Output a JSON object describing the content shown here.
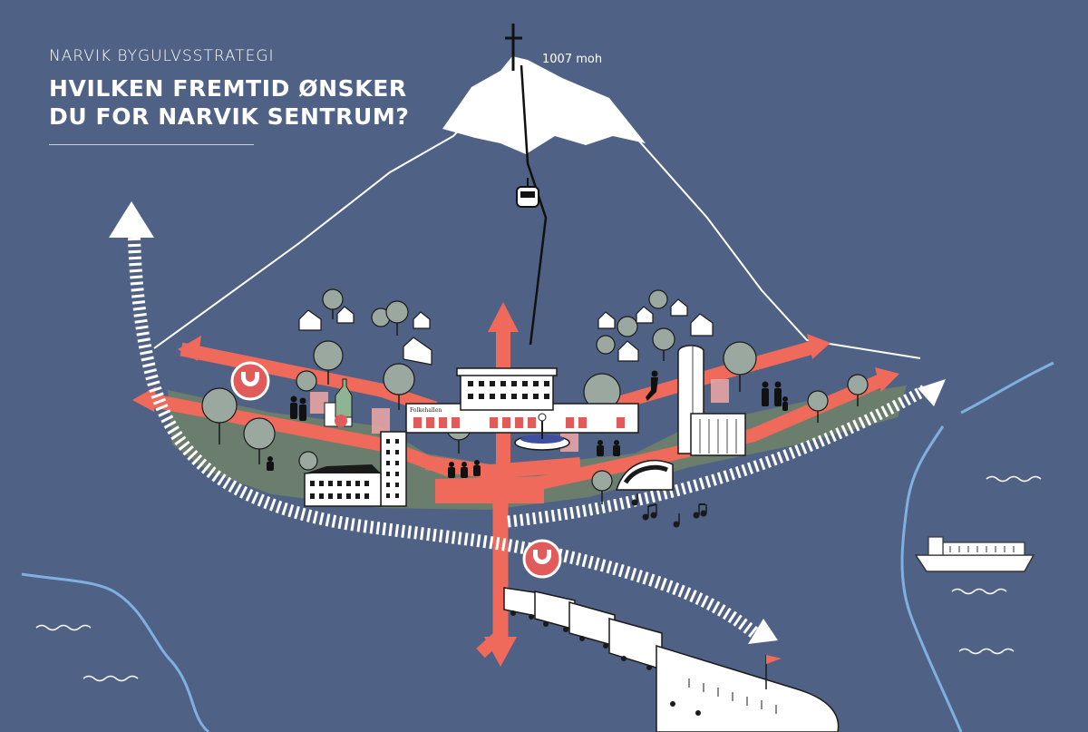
{
  "header": {
    "kicker": "NARVIK BYGULVSSTRATEGI",
    "headline_line1": "HVILKEN FREMTID ØNSKER",
    "headline_line2": "DU FOR NARVIK SENTRUM?"
  },
  "mountain": {
    "altitude_label": "1007 moh"
  },
  "buildings": {
    "hall_sign": "Folkehallen"
  },
  "icons": {
    "magnet_1": "magnet-icon",
    "magnet_2": "magnet-icon",
    "music": "music-notes-icon",
    "cable_car": "gondola-icon",
    "summit_cross": "cross-icon"
  },
  "colors": {
    "background": "#4f6285",
    "arrows": "#ef6a5b",
    "greenery": "#6b7d6c",
    "trees": "#9aa89f",
    "water": "#7fb0e0",
    "white": "#ffffff"
  }
}
